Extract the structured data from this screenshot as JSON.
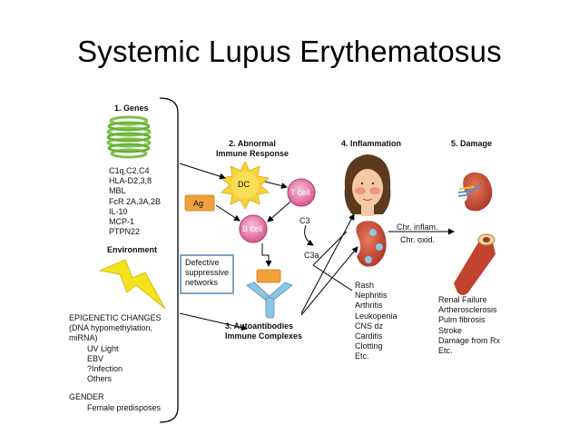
{
  "title": "Systemic Lupus Erythematosus",
  "genes": {
    "heading": "1. Genes",
    "items": [
      "C1q,C2,C4",
      "HLA-D2,3,8",
      "MBL",
      "FcR 2A,3A,2B",
      "IL-10",
      "MCP-1",
      "PTPN22"
    ]
  },
  "environment": {
    "heading": "Environment",
    "epigenetic": "EPIGENETIC CHANGES",
    "epigenetic_sub": [
      "(DNA hypomethylation,",
      "miRNA)"
    ],
    "items": [
      "UV Light",
      "EBV",
      "?Infection",
      "Others"
    ],
    "gender": "GENDER",
    "gender_item": "Female predisposes"
  },
  "immune": {
    "heading": [
      "2. Abnormal",
      "Immune Response"
    ],
    "dc": "DC",
    "t_cell": "T cell",
    "b_cell": "B cell",
    "ag": "Ag",
    "c3": "C3",
    "c3a": "C3a",
    "defective": [
      "Defective",
      "suppressive",
      "networks"
    ]
  },
  "autoantibodies": {
    "heading": [
      "3. Autoantibodies",
      "Immune Complexes"
    ]
  },
  "inflammation": {
    "heading": "4. Inflammation",
    "items": [
      "Rash",
      "Nephritis",
      "Arthritis",
      "Leukopenia",
      "CNS dz",
      "Carditis",
      "Clotting",
      "Etc."
    ],
    "chr_inflam": "Chr. inflam.",
    "chr_oxid": "Chr. oxid."
  },
  "damage": {
    "heading": "5. Damage",
    "items": [
      "Renal Failure",
      "Artherosclerosis",
      "Pulm fibrosis",
      "Stroke",
      "Damage from Rx",
      "Etc."
    ]
  },
  "colors": {
    "dna_green": "#7cc24a",
    "sun_yellow": "#f7d23c",
    "cell_pink": "#d9558f",
    "ag_orange": "#f2a03c",
    "antibody_blue": "#8fc6e8",
    "kidney_red": "#c2432f",
    "lightning_yellow": "#f5e21a"
  }
}
